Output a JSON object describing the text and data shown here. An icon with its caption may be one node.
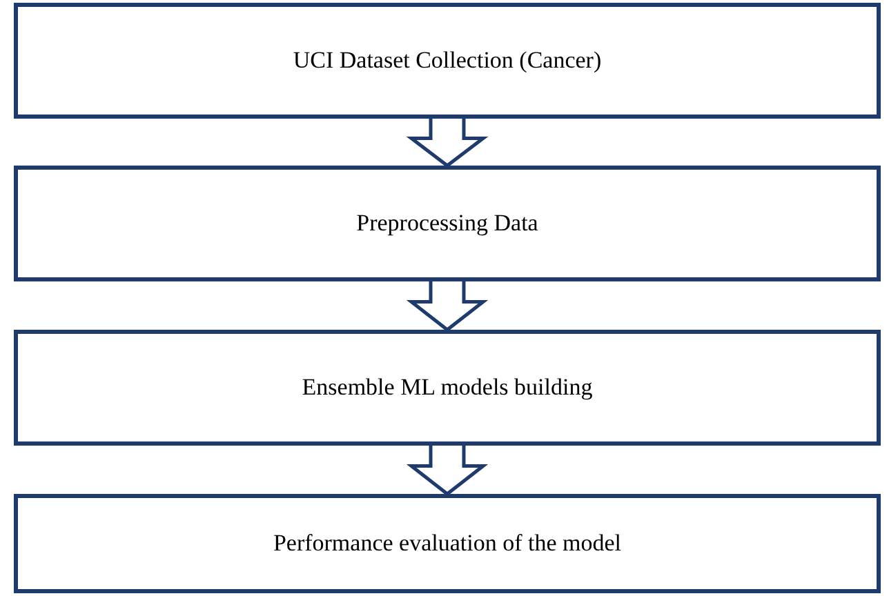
{
  "diagram": {
    "nodes": [
      {
        "text": [
          "UCI Dataset Collection (Cancer)"
        ]
      },
      {
        "text": [
          "Preprocessing Data"
        ]
      },
      {
        "text": [
          "Ensemble ML models building"
        ]
      },
      {
        "text": [
          "Performance evaluation of the model"
        ]
      }
    ],
    "edges": [
      {
        "from": 0,
        "to": 1,
        "arrow": "to"
      },
      {
        "from": 1,
        "to": 2,
        "arrow": "to"
      },
      {
        "from": 2,
        "to": 3,
        "arrow": "to"
      }
    ]
  }
}
